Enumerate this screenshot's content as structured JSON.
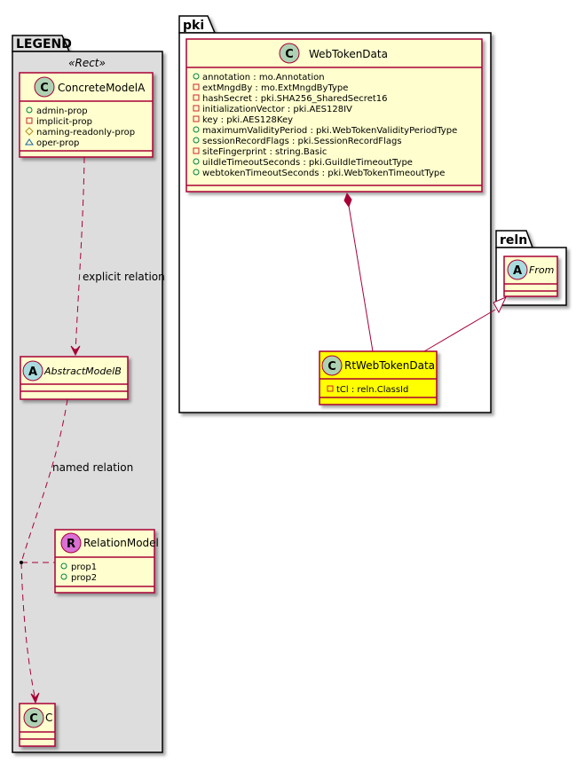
{
  "colors": {
    "class_fill": "#FEFECE",
    "class_border": "#A80036",
    "highlight_fill": "#FFFF00",
    "legend_fill": "#DDDDDD",
    "edge": "#A80036",
    "circle_class": "#ADD1B2",
    "circle_abstract": "#A9DCDF",
    "circle_relation": "#DA70D6"
  },
  "legend": {
    "package_name": "LEGEND",
    "stereotype": "«Rect»",
    "concrete": {
      "glyph": "C",
      "name": "ConcreteModelA",
      "attributes": [
        {
          "icon": "public-circle-icon",
          "text": "admin-prop"
        },
        {
          "icon": "private-square-icon",
          "text": "implicit-prop"
        },
        {
          "icon": "protected-diamond-icon",
          "text": "naming-readonly-prop"
        },
        {
          "icon": "package-triangle-icon",
          "text": "oper-prop"
        }
      ]
    },
    "abstract": {
      "glyph": "A",
      "name": "AbstractModelB"
    },
    "relation_model": {
      "glyph": "R",
      "name": "RelationModel",
      "attributes": [
        {
          "icon": "public-circle-icon",
          "text": "prop1"
        },
        {
          "icon": "public-circle-icon",
          "text": "prop2"
        }
      ]
    },
    "c_class": {
      "glyph": "C",
      "name": "C"
    },
    "explicit_label": "explicit relation",
    "named_label": "named relation"
  },
  "pki": {
    "package_name": "pki",
    "web_token_data": {
      "glyph": "C",
      "name": "WebTokenData",
      "attributes": [
        {
          "icon": "public-circle-icon",
          "text": "annotation : mo.Annotation"
        },
        {
          "icon": "private-square-icon",
          "text": "extMngdBy : mo.ExtMngdByType"
        },
        {
          "icon": "private-square-icon",
          "text": "hashSecret : pki.SHA256_SharedSecret16"
        },
        {
          "icon": "private-square-icon",
          "text": "initializationVector : pki.AES128IV"
        },
        {
          "icon": "private-square-icon",
          "text": "key : pki.AES128Key"
        },
        {
          "icon": "public-circle-icon",
          "text": "maximumValidityPeriod : pki.WebTokenValidityPeriodType"
        },
        {
          "icon": "public-circle-icon",
          "text": "sessionRecordFlags : pki.SessionRecordFlags"
        },
        {
          "icon": "private-square-icon",
          "text": "siteFingerprint : string.Basic"
        },
        {
          "icon": "public-circle-icon",
          "text": "uiIdleTimeoutSeconds : pki.GuiIdleTimeoutType"
        },
        {
          "icon": "public-circle-icon",
          "text": "webtokenTimeoutSeconds : pki.WebTokenTimeoutType"
        }
      ]
    },
    "rt_web_token_data": {
      "glyph": "C",
      "name": "RtWebTokenData",
      "attributes": [
        {
          "icon": "private-square-icon",
          "text": "tCl : reln.ClassId"
        }
      ]
    }
  },
  "reln": {
    "package_name": "reln",
    "from": {
      "glyph": "A",
      "name": "From"
    }
  }
}
